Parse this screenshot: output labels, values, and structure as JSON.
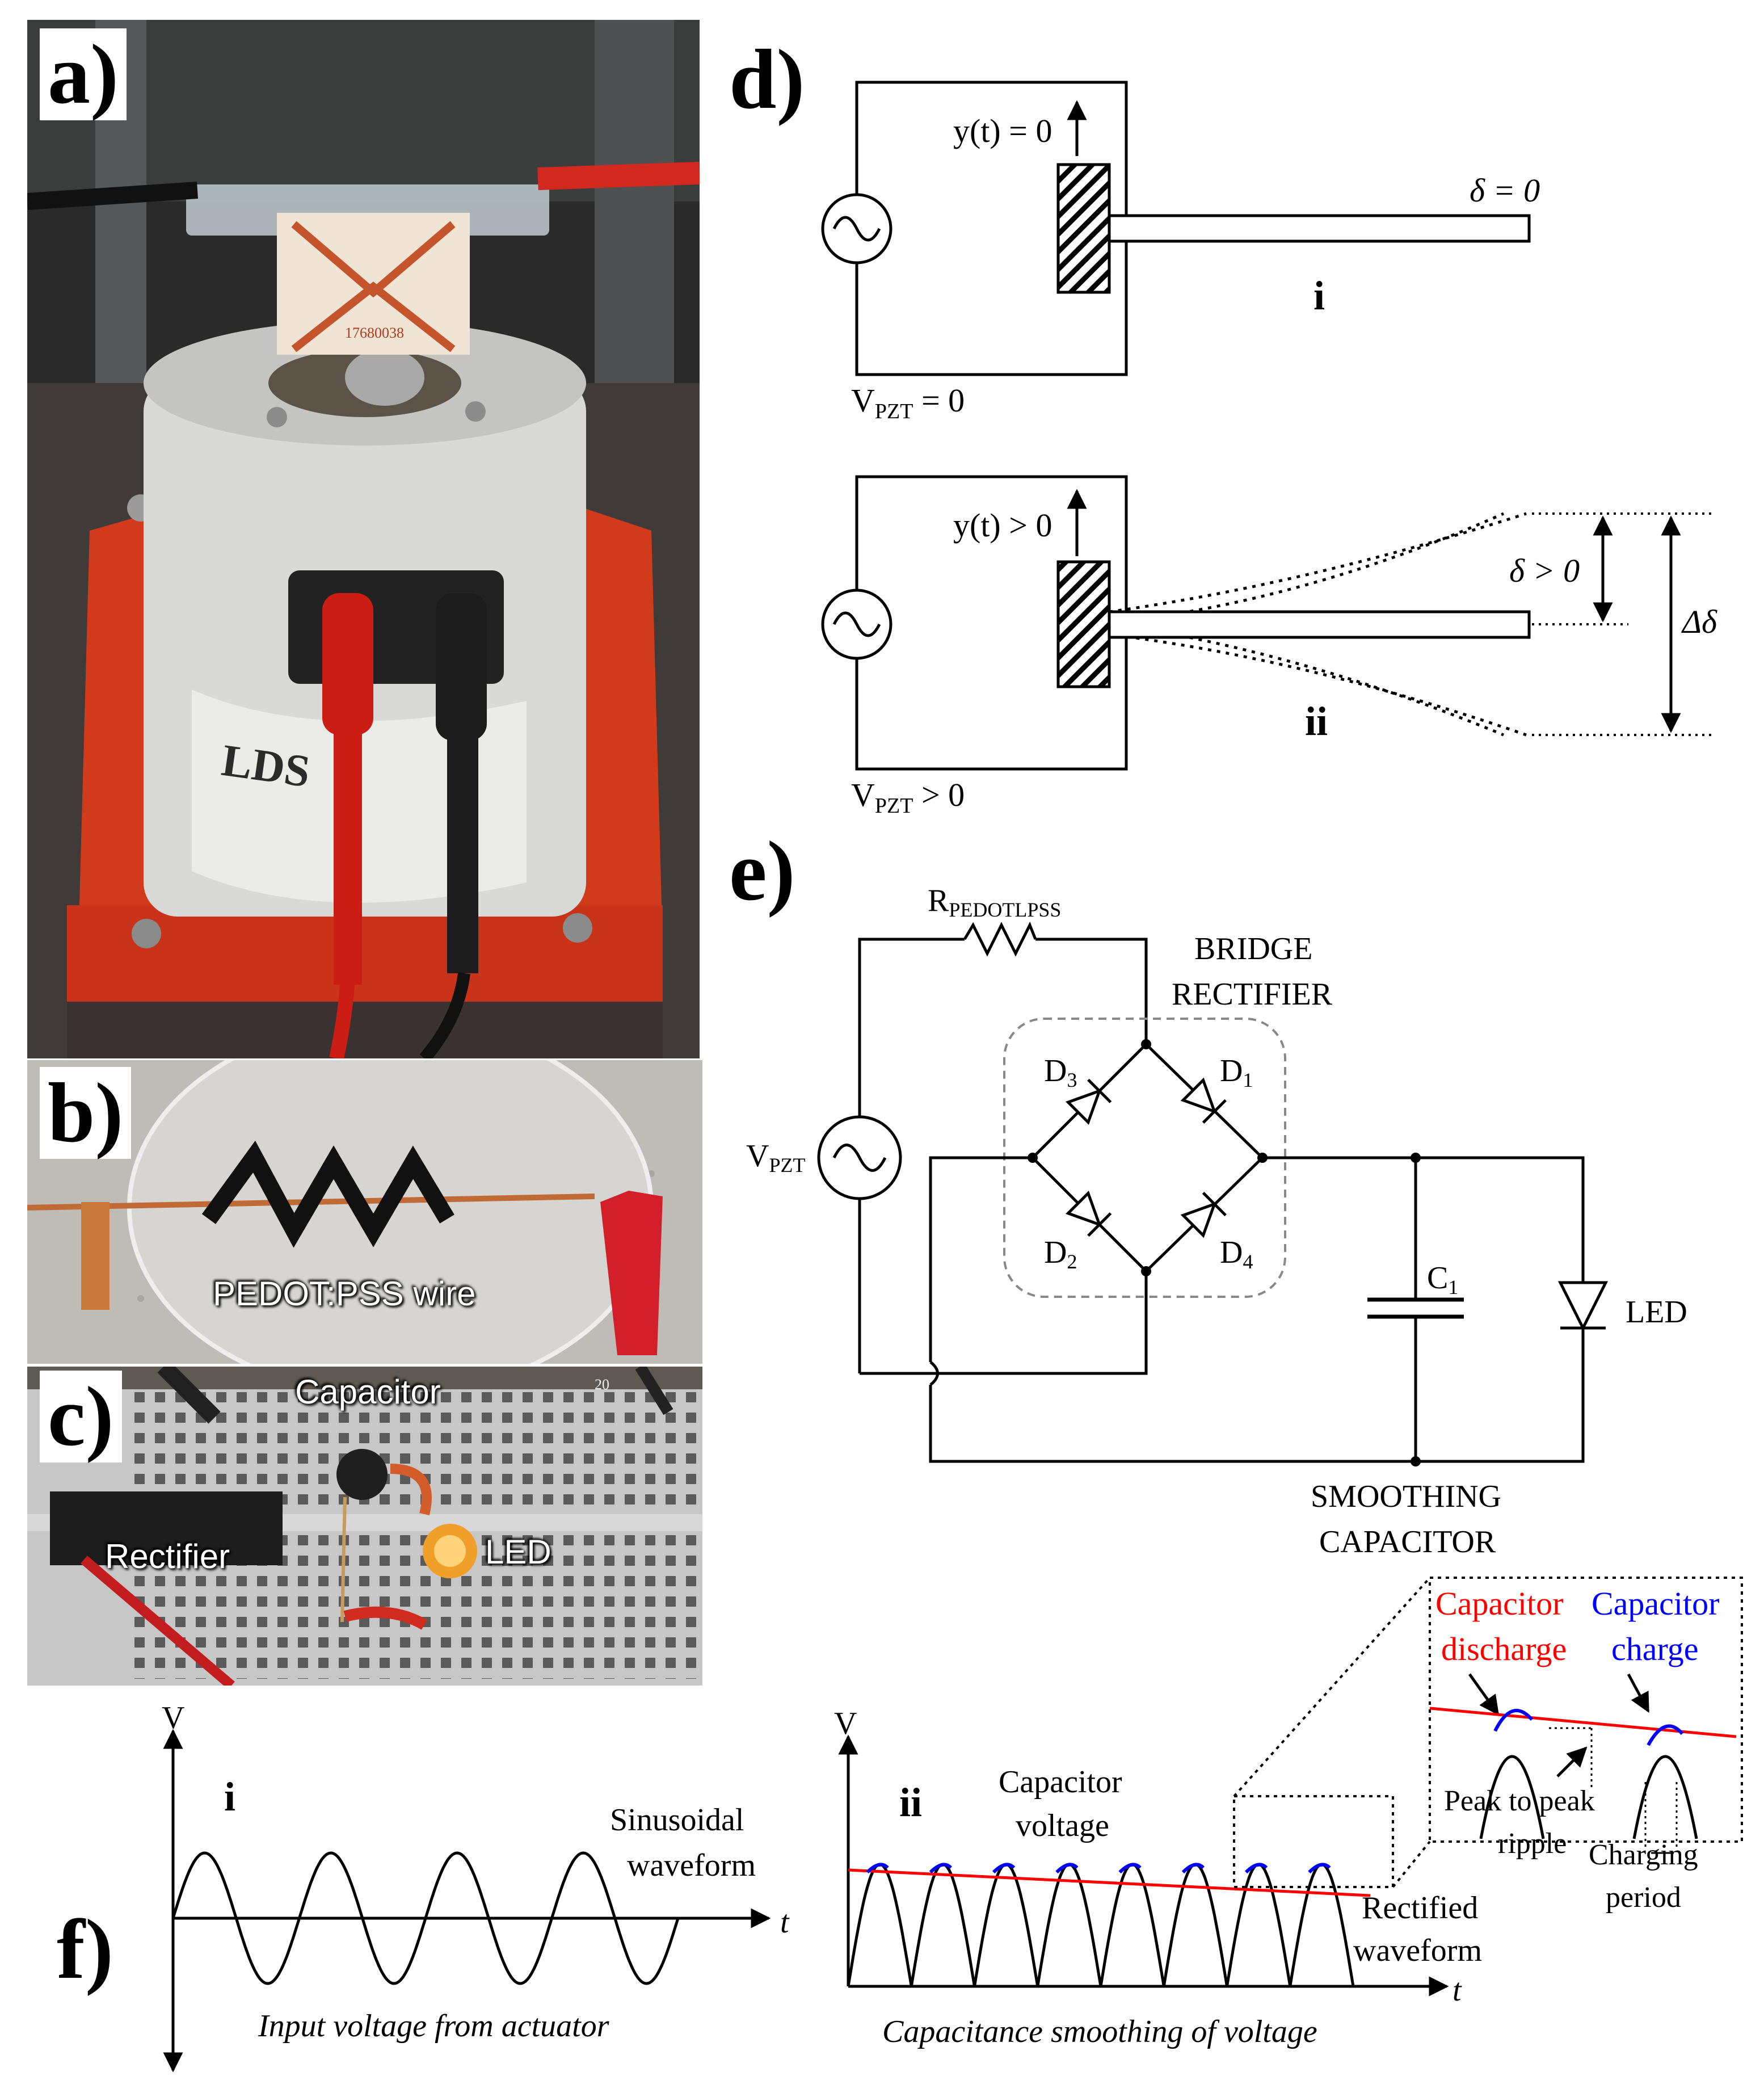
{
  "panels": {
    "a": "a)",
    "b": "b)",
    "c": "c)",
    "d": "d)",
    "e": "e)",
    "f": "f)"
  },
  "photo_a": {
    "device_id": "17680038",
    "brand": "LDS"
  },
  "photo_b": {
    "caption": "PEDOT:PSS wire"
  },
  "photo_c": {
    "capacitor": "Capacitor",
    "led": "LED",
    "rectifier": "Rectifier",
    "column_number": "20"
  },
  "diagram_d": {
    "i": {
      "y_label": "y(t) = 0",
      "delta_label": "δ = 0",
      "roman": "i",
      "v_main": "V",
      "v_sub": "PZT",
      "v_rest": " = 0"
    },
    "ii": {
      "y_label": "y(t) > 0",
      "delta_label": "δ > 0",
      "ddelta_label": "Δδ",
      "roman": "ii",
      "v_main": "V",
      "v_sub": "PZT",
      "v_rest": " > 0"
    }
  },
  "circuit_e": {
    "resistor_main": "R",
    "resistor_sub": "PEDOTLPSS",
    "bridge_line1": "BRIDGE",
    "bridge_line2": "RECTIFIER",
    "source_main": "V",
    "source_sub": "PZT",
    "d1_main": "D",
    "d1_sub": "1",
    "d2_main": "D",
    "d2_sub": "2",
    "d3_main": "D",
    "d3_sub": "3",
    "d4_main": "D",
    "d4_sub": "4",
    "c1_main": "C",
    "c1_sub": "1",
    "led": "LED",
    "smoothing_line1": "SMOOTHING",
    "smoothing_line2": "CAPACITOR"
  },
  "waveform_f": {
    "i": {
      "roman": "i",
      "v_axis": "V",
      "t_axis": "t",
      "label_line1": "Sinusoidal",
      "label_line2": "waveform",
      "caption": "Input voltage from actuator"
    },
    "ii": {
      "roman": "ii",
      "v_axis": "V",
      "t_axis": "t",
      "cap_line1": "Capacitor",
      "cap_line2": "voltage",
      "rect_line1": "Rectified",
      "rect_line2": "waveform",
      "caption": "Capacitance smoothing of voltage"
    },
    "zoom": {
      "discharge_line1": "Capacitor",
      "discharge_line2": "discharge",
      "charge_line1": "Capacitor",
      "charge_line2": "charge",
      "ripple_line1": "Peak to peak",
      "ripple_line2": "ripple",
      "period_line1": "Charging",
      "period_line2": "period"
    }
  },
  "colors": {
    "discharge": "#ff0000",
    "charge": "#0000ff",
    "actuator_red": "#e0331c",
    "breadboard": "#c9c9c9"
  }
}
